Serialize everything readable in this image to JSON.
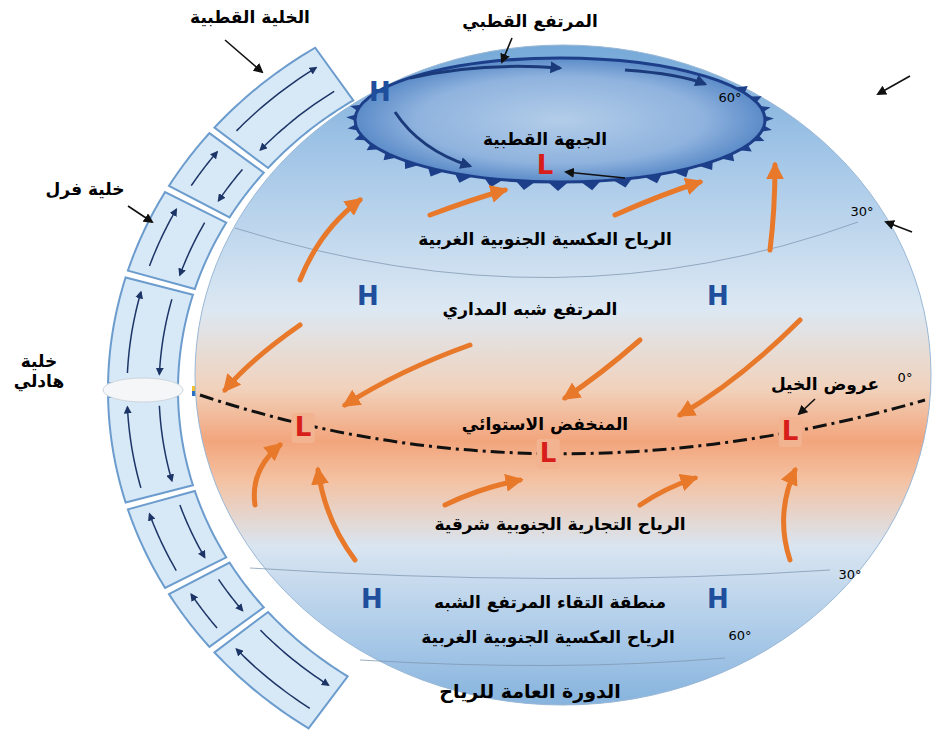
{
  "diagram": {
    "caption": "الدورة العامة للرياح",
    "labels": [
      "الخلية القطبية",
      "المرتفع القطبي",
      "H",
      "60°",
      "الجبهة القطبية",
      "L",
      "خلية فرل",
      "30°",
      "الرياح العكسية الجنوبية الغربية",
      "H",
      "H",
      "المرتفع شبه المداري",
      "خلية هادلي",
      "0°",
      "عروض الخيل",
      "المنخفض الاستوائي",
      "L",
      "L",
      "L",
      "الرياح التجارية الجنوبية شرقية",
      "H",
      "H",
      "30°",
      "منطقة التقاء المرتفع الشبه",
      "الرياح العكسية الجنوبية الغربية",
      "60°"
    ]
  }
}
